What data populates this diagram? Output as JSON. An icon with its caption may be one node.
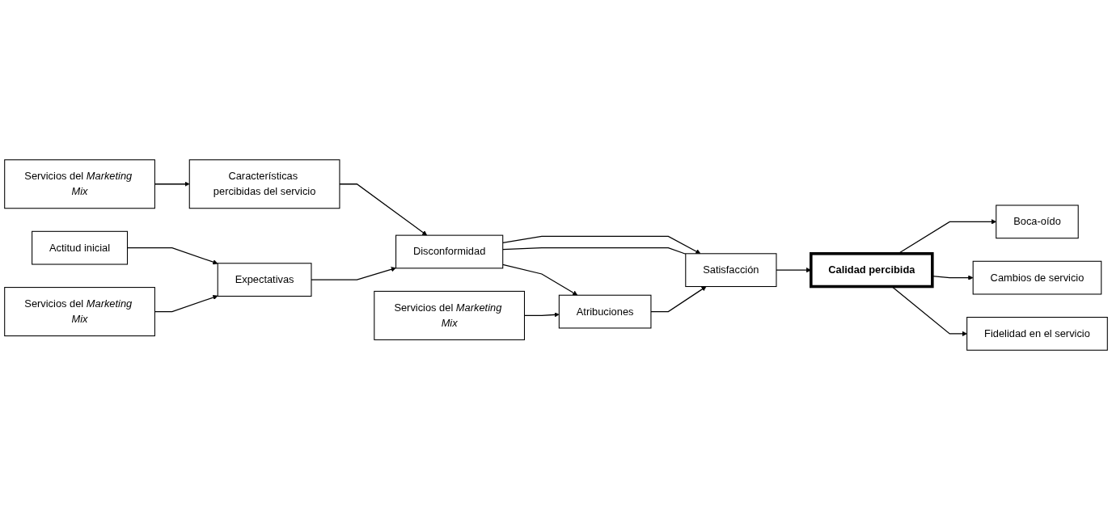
{
  "diagram": {
    "nodes": [
      {
        "text": [
          "Servicios del *Marketing Mix*"
        ]
      },
      {
        "text": [
          "Características percibidas del servicio"
        ]
      },
      {
        "text": [
          "Disconformidad"
        ]
      },
      {
        "text": [
          "Atribuciones"
        ]
      },
      {
        "text": [
          "Satisfacción"
        ]
      },
      {
        "text": [
          "Calidad percibida"
        ]
      },
      {
        "text": [
          "Boca-oído"
        ]
      },
      {
        "text": [
          "Cambios de servicio"
        ]
      },
      {
        "text": [
          "Fidelidad en el servicio"
        ]
      },
      {
        "text": [
          "Expectativas"
        ]
      },
      {
        "text": [
          "Servicios del *Marketing Mix*"
        ]
      },
      {
        "text": [
          "Actitud inicial"
        ]
      },
      {
        "text": [
          "Servicios del *Marketing Mix*"
        ]
      }
    ],
    "edges": [
      {
        "from": 0,
        "to": 1,
        "arrow": "to"
      },
      {
        "from": 1,
        "to": 2,
        "arrow": "to"
      },
      {
        "from": 9,
        "to": 2,
        "arrow": "to"
      },
      {
        "from": 11,
        "to": 9,
        "arrow": "to"
      },
      {
        "from": 12,
        "to": 9,
        "arrow": "to"
      },
      {
        "from": 2,
        "to": 3,
        "arrow": "to"
      },
      {
        "from": 2,
        "to": 4,
        "arrow": "to"
      },
      {
        "from": 2,
        "to": 4,
        "arrow": "none"
      },
      {
        "from": 10,
        "to": 3,
        "arrow": "to"
      },
      {
        "from": 3,
        "to": 4,
        "arrow": "to"
      },
      {
        "from": 4,
        "to": 5,
        "arrow": "to"
      },
      {
        "from": 5,
        "to": 6,
        "arrow": "to"
      },
      {
        "from": 5,
        "to": 7,
        "arrow": "to"
      },
      {
        "from": 5,
        "to": 8,
        "arrow": "to"
      }
    ]
  }
}
